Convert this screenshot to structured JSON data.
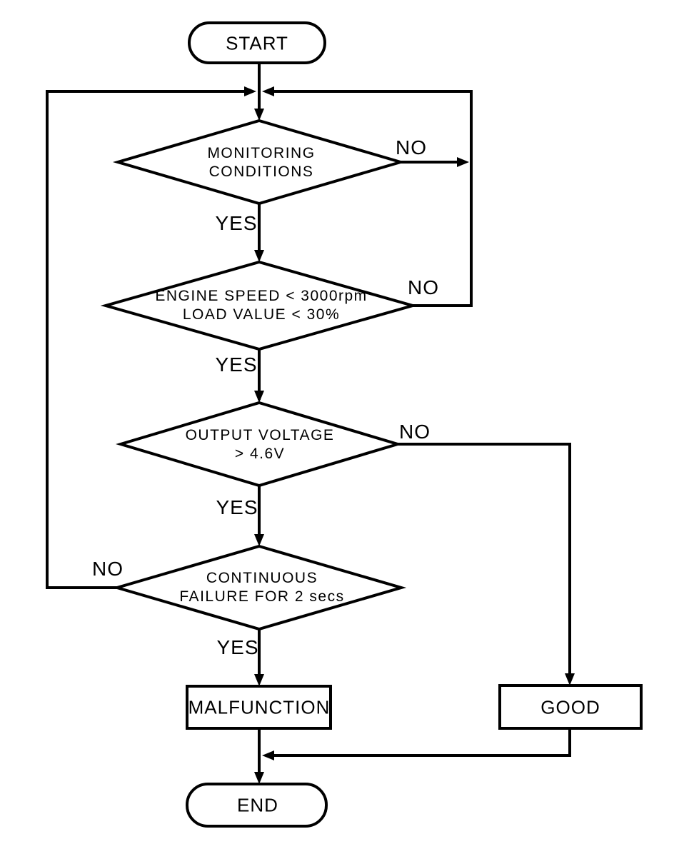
{
  "diagram": {
    "type": "flowchart",
    "colors": {
      "background": "#ffffff",
      "stroke": "#000000",
      "text": "#000000"
    },
    "nodes": {
      "start": {
        "type": "terminator",
        "label": "START"
      },
      "monitoring": {
        "type": "decision",
        "line1": "MONITORING",
        "line2": "CONDITIONS"
      },
      "engine": {
        "type": "decision",
        "line1": "ENGINE SPEED < 3000rpm",
        "line2": "LOAD VALUE < 30%"
      },
      "voltage": {
        "type": "decision",
        "line1": "OUTPUT VOLTAGE",
        "line2": "> 4.6V"
      },
      "failure": {
        "type": "decision",
        "line1": "CONTINUOUS",
        "line2": "FAILURE FOR 2 secs"
      },
      "malfunction": {
        "type": "process",
        "label": "MALFUNCTION"
      },
      "good": {
        "type": "process",
        "label": "GOOD"
      },
      "end": {
        "type": "terminator",
        "label": "END"
      }
    },
    "edges": {
      "monitoring_no": "NO",
      "monitoring_yes": "YES",
      "engine_no": "NO",
      "engine_yes": "YES",
      "voltage_no": "NO",
      "voltage_yes": "YES",
      "failure_no": "NO",
      "failure_yes": "YES"
    }
  }
}
